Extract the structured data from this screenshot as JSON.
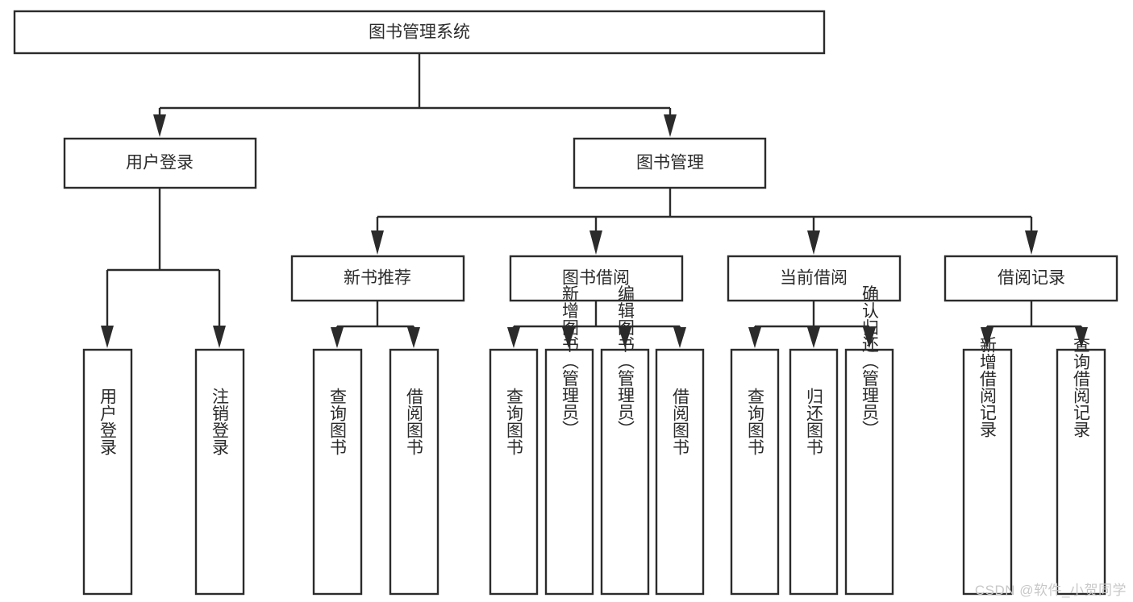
{
  "diagram": {
    "title": "图书管理系统",
    "type": "tree",
    "watermark": "CSDN @软件_小贺同学",
    "colors": {
      "background": "#ffffff",
      "box_fill": "#ffffff",
      "stroke": "#2b2b2b",
      "text": "#2b2b2b",
      "watermark": "#c8c8c8"
    },
    "root": {
      "label": "图书管理系统"
    },
    "level2": [
      {
        "label": "用户登录"
      },
      {
        "label": "图书管理"
      }
    ],
    "level3": [
      {
        "label": "新书推荐"
      },
      {
        "label": "图书借阅"
      },
      {
        "label": "当前借阅"
      },
      {
        "label": "借阅记录"
      }
    ],
    "leaves": {
      "user_login": [
        {
          "label": "用户登录"
        },
        {
          "label": "注销登录"
        }
      ],
      "new_book_recommend": [
        {
          "label": "查询图书"
        },
        {
          "label": "借阅图书"
        }
      ],
      "book_borrow": [
        {
          "label": "查询图书"
        },
        {
          "label": "新增图书（管理员）"
        },
        {
          "label": "编辑图书（管理员）"
        },
        {
          "label": "借阅图书"
        }
      ],
      "current_borrow": [
        {
          "label": "查询图书"
        },
        {
          "label": "归还图书"
        },
        {
          "label": "确认归还（管理员）"
        }
      ],
      "borrow_record": [
        {
          "label": "新增借阅记录"
        },
        {
          "label": "查询借阅记录"
        }
      ]
    }
  }
}
